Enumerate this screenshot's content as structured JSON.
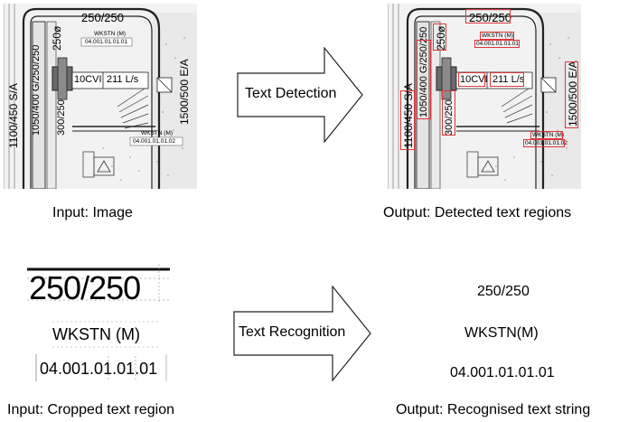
{
  "drawing": {
    "top_label": "250/250",
    "dia_label": "250ø",
    "room_name": "WKSTN (M)",
    "room_code": "04.001.01.01.01",
    "duct_code": "10CVI",
    "flow": "211 L/s",
    "left_duct": "1100/450 S/A",
    "vert_duct": "1050/400 G/250/250",
    "small_duct": "300/250",
    "right_duct": "1500/500 E/A",
    "room_name2": "WKSTN (M)",
    "room_code2": "04.001.01.01.02"
  },
  "arrows": {
    "detection": "Text Detection",
    "recognition": "Text Recognition"
  },
  "captions": {
    "input_image": "Input: Image",
    "output_regions": "Output: Detected text regions",
    "input_crop": "Input: Cropped text region",
    "output_string": "Output: Recognised text string"
  },
  "crops": [
    "250/250",
    "WKSTN (M)",
    "04.001.01.01.01"
  ],
  "recognised": [
    "250/250",
    "WKSTN(M)",
    "04.001.01.01.01"
  ]
}
